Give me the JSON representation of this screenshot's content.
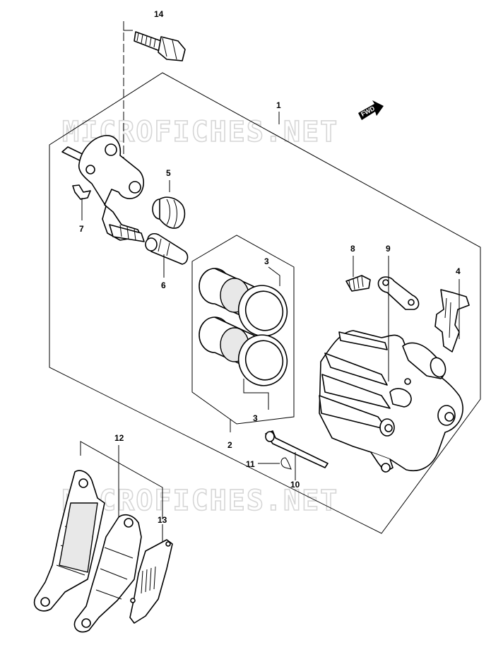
{
  "watermark": "MICROFICHES.NET",
  "fwd_label": "FWD",
  "callouts": {
    "c1": "1",
    "c2": "2",
    "c3a": "3",
    "c3b": "3",
    "c4": "4",
    "c5": "5",
    "c6": "6",
    "c7": "7",
    "c8": "8",
    "c9": "9",
    "c10": "10",
    "c11": "11",
    "c12": "12",
    "c13": "13",
    "c14": "14"
  },
  "colors": {
    "line": "#000000",
    "background": "#ffffff",
    "watermark": "#d6d6d6"
  }
}
